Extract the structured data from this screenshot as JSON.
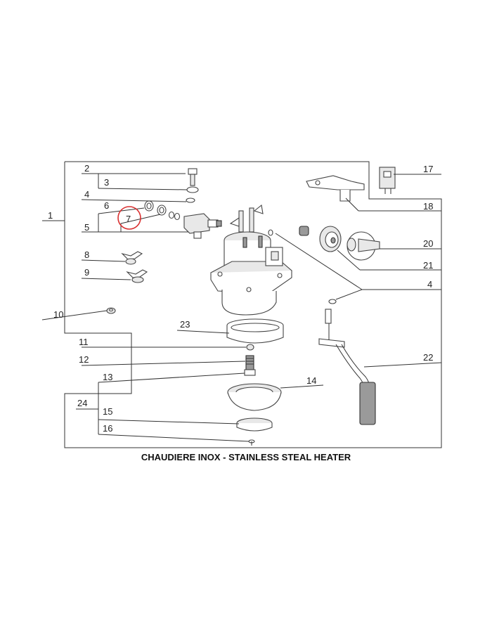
{
  "caption": "CHAUDIERE INOX - STAINLESS STEAL HEATER",
  "callouts": {
    "c1": "1",
    "c2": "2",
    "c3": "3",
    "c4a": "4",
    "c4b": "4",
    "c5": "5",
    "c6": "6",
    "c7": "7",
    "c8": "8",
    "c9": "9",
    "c10": "10",
    "c11": "11",
    "c12": "12",
    "c13": "13",
    "c14": "14",
    "c15": "15",
    "c16": "16",
    "c17": "17",
    "c18": "18",
    "c20": "20",
    "c21": "21",
    "c22": "22",
    "c23": "23",
    "c24": "24"
  },
  "colors": {
    "highlight_circle": "#d93030",
    "line": "#333333"
  }
}
